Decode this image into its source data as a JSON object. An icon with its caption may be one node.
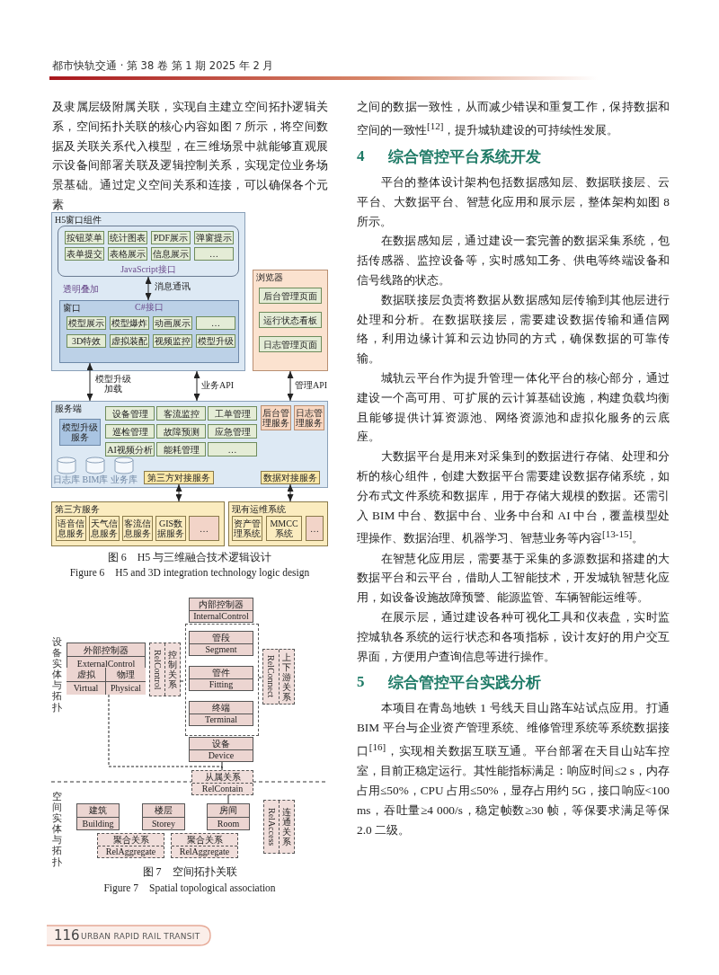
{
  "diagram": {
    "nodes": [
      {
        "text": [
          "H5窗口组件",
          "透明叠加"
        ]
      },
      {
        "text": [
          "JavaScript接口"
        ],
        "in": 0
      },
      {
        "text": [
          "按钮菜单"
        ],
        "in": 1
      },
      {
        "text": [
          "统计图表"
        ],
        "in": 1
      },
      {
        "text": [
          "PDF展示"
        ],
        "in": 1
      },
      {
        "text": [
          "弹窗提示"
        ],
        "in": 1
      },
      {
        "text": [
          "表单提交"
        ],
        "in": 1
      },
      {
        "text": [
          "表格展示"
        ],
        "in": 1
      },
      {
        "text": [
          "信息展示"
        ],
        "in": 1
      },
      {
        "text": [
          "…"
        ],
        "in": 1
      },
      {
        "text": [
          "窗口",
          "C#接口"
        ],
        "in": 0
      },
      {
        "text": [
          "模型展示"
        ],
        "in": 10
      },
      {
        "text": [
          "模型爆炸"
        ],
        "in": 10
      },
      {
        "text": [
          "动画展示"
        ],
        "in": 10
      },
      {
        "text": [
          "…"
        ],
        "in": 10
      },
      {
        "text": [
          "3D特效"
        ],
        "in": 10
      },
      {
        "text": [
          "虚拟装配"
        ],
        "in": 10
      },
      {
        "text": [
          "视频监控"
        ],
        "in": 10
      },
      {
        "text": [
          "模型升级"
        ],
        "in": 10
      },
      {
        "text": [
          "浏览器"
        ]
      },
      {
        "text": [
          "后台管理页面"
        ],
        "in": 19
      },
      {
        "text": [
          "运行状态看板"
        ],
        "in": 19
      },
      {
        "text": [
          "日志管理页面"
        ],
        "in": 19
      },
      {
        "text": [
          "服务端"
        ]
      },
      {
        "text": [
          "模型升级服务"
        ],
        "in": 23
      },
      {
        "text": [
          "设备管理"
        ],
        "in": 23
      },
      {
        "text": [
          "客流监控"
        ],
        "in": 23
      },
      {
        "text": [
          "工单管理"
        ],
        "in": 23
      },
      {
        "text": [
          "巡检管理"
        ],
        "in": 23
      },
      {
        "text": [
          "故障预测"
        ],
        "in": 23
      },
      {
        "text": [
          "应急管理"
        ],
        "in": 23
      },
      {
        "text": [
          "AI视频分析"
        ],
        "in": 23
      },
      {
        "text": [
          "能耗管理"
        ],
        "in": 23
      },
      {
        "text": [
          "…"
        ],
        "in": 23
      },
      {
        "text": [
          "后台管理服务"
        ],
        "in": 23
      },
      {
        "text": [
          "日志管理服务"
        ],
        "in": 23
      },
      {
        "text": [
          "日志库"
        ],
        "in": 23
      },
      {
        "text": [
          "BIM库"
        ],
        "in": 23
      },
      {
        "text": [
          "业务库"
        ],
        "in": 23
      },
      {
        "text": [
          "第三方对接服务"
        ],
        "in": 23
      },
      {
        "text": [
          "数据对接服务"
        ],
        "in": 23
      },
      {
        "text": [
          "第三方服务"
        ]
      },
      {
        "text": [
          "语音信息服务"
        ],
        "in": 41
      },
      {
        "text": [
          "天气信息服务"
        ],
        "in": 41
      },
      {
        "text": [
          "客流信息服务"
        ],
        "in": 41
      },
      {
        "text": [
          "GIS数据服务"
        ],
        "in": 41
      },
      {
        "text": [
          "…"
        ],
        "in": 41
      },
      {
        "text": [
          "现有运维系统"
        ]
      },
      {
        "text": [
          "资产管理系统"
        ],
        "in": 47
      },
      {
        "text": [
          "MMCC系统"
        ],
        "in": 47
      },
      {
        "text": [
          "…"
        ],
        "in": 47
      },
      {
        "text": [
          "外部控制器",
          "ExternalControl"
        ]
      },
      {
        "text": [
          "虚拟",
          "Virtual"
        ],
        "in": 51
      },
      {
        "text": [
          "物理",
          "Physical"
        ],
        "in": 51
      },
      {
        "text": [
          "RelControl",
          "控制关系"
        ]
      },
      {
        "text": [
          "内部控制器",
          "InternalControl"
        ]
      },
      {
        "text": [],
        "shape": "box"
      },
      {
        "text": [
          "管段",
          "Segment"
        ],
        "in": 56
      },
      {
        "text": [
          "管件",
          "Fitting"
        ],
        "in": 56
      },
      {
        "text": [
          "终端",
          "Terminal"
        ],
        "in": 56
      },
      {
        "text": [
          "设备",
          "Device"
        ]
      },
      {
        "text": [
          "RelConnect",
          "上下游关系"
        ]
      },
      {
        "text": [
          "从属关系",
          "RelContain"
        ]
      },
      {
        "text": [
          "建筑",
          "Building"
        ]
      },
      {
        "text": [
          "楼层",
          "Storey"
        ]
      },
      {
        "text": [
          "房间",
          "Room"
        ]
      },
      {
        "text": [
          "聚合关系",
          "RelAggregate"
        ]
      },
      {
        "text": [
          "聚合关系",
          "RelAggregate"
        ]
      },
      {
        "text": [
          "RelAccess",
          "连通关系"
        ]
      }
    ],
    "edges": [
      {
        "from": 1,
        "to": 10,
        "arrow": "both",
        "label": "消息通讯"
      },
      {
        "from": 10,
        "to": 23,
        "arrow": "both",
        "label": "模型升级加载"
      },
      {
        "from": 0,
        "to": 23,
        "arrow": "both",
        "label": "业务API"
      },
      {
        "from": 19,
        "to": 23,
        "arrow": "both",
        "label": "管理API"
      },
      {
        "from": 39,
        "to": 41,
        "arrow": "both"
      },
      {
        "from": 40,
        "to": 47,
        "arrow": "both"
      },
      {
        "from": 54,
        "to": 56,
        "arrow": "none",
        "style": "dashed"
      },
      {
        "from": 56,
        "to": 61,
        "arrow": "none",
        "style": "dashed"
      },
      {
        "from": 51,
        "to": 62,
        "arrow": "none",
        "style": "dashed"
      },
      {
        "from": 60,
        "to": 62,
        "arrow": "none"
      },
      {
        "from": 62,
        "to": 65,
        "arrow": "none"
      }
    ],
    "labels": [
      "都市快轨交通 · 第 38 卷 第 1 期 2025 年 2 月",
      "及隶属层级附属关联，实现自主建立空间拓扑逻辑关系，空间拓扑关联的核心内容如图 7 所示，将空间数据及关联关系代入模型，在三维场景中就能够直观展示设备间部署关联及逻辑控制关系，实现定位业务场景基础。通过定义空间关系和连接，可以确保各个元素",
      "图 6　H5 与三维融合技术逻辑设计",
      "Figure 6　H5 and 3D integration technology logic design",
      "设备实体与拓扑",
      "空间实体与拓扑",
      "图 7　空间拓扑关联",
      "Figure 7　Spatial topological association",
      "之间的数据一致性，从而减少错误和重复工作，保持数据和空间的一致性$^{[12]}$，提升城轨建设的可持续性发展。",
      "4",
      "综合管控平台系统开发",
      "平台的整体设计架构包括数据感知层、数据联接层、云平台、大数据平台、智慧化应用和展示层，整体架构如图 8 所示。",
      "在数据感知层，通过建设一套完善的数据采集系统，包括传感器、监控设备等，实时感知工务、供电等终端设备和信号线路的状态。",
      "数据联接层负责将数据从数据感知层传输到其他层进行处理和分析。在数据联接层，需要建设数据传输和通信网络，利用边缘计算和云边协同的方式，确保数据的可靠传输。",
      "城轨云平台作为提升管理一体化平台的核心部分，通过建设一个高可用、可扩展的云计算基础设施，构建负载均衡且能够提供计算资源池、网络资源池和虚拟化服务的云底座。",
      "大数据平台是用来对采集到的数据进行存储、处理和分析的核心组件，创建大数据平台需要建设数据存储系统，如分布式文件系统和数据库，用于存储大规模的数据。还需引入 BIM 中台、数据中台、业务中台和 AI 中台，覆盖模型处理操作、数据治理、机器学习、智慧业务等内容$^{[13-15]}$。",
      "在智慧化应用层，需要基于采集的多源数据和搭建的大数据平台和云平台，借助人工智能技术，开发城轨智慧化应用，如设备设施故障预警、能源监管、车辆智能运维等。",
      "在展示层，通过建设各种可视化工具和仪表盘，实时监控城轨各系统的运行状态和各项指标，设计友好的用户交互界面，方便用户查询信息等进行操作。",
      "5",
      "综合管控平台实践分析",
      "本项目在青岛地铁 1 号线天目山路车站试点应用。打通 BIM 平台与企业资产管理系统、维修管理系统等系统数据接口$^{[16]}$，实现相关数据互联互通。平台部署在天目山站车控室，目前正稳定运行。其性能指标满足：响应时间≤2 s，内存占用≤50%，CPU 占用≤50%，显存占用约 5G，接口响应<100 ms，吞吐量≥4 000/s，稳定帧数≥30 帧，等保要求满足等保 2.0 二级。",
      "116",
      "URBAN RAPID RAIL TRANSIT"
    ]
  }
}
